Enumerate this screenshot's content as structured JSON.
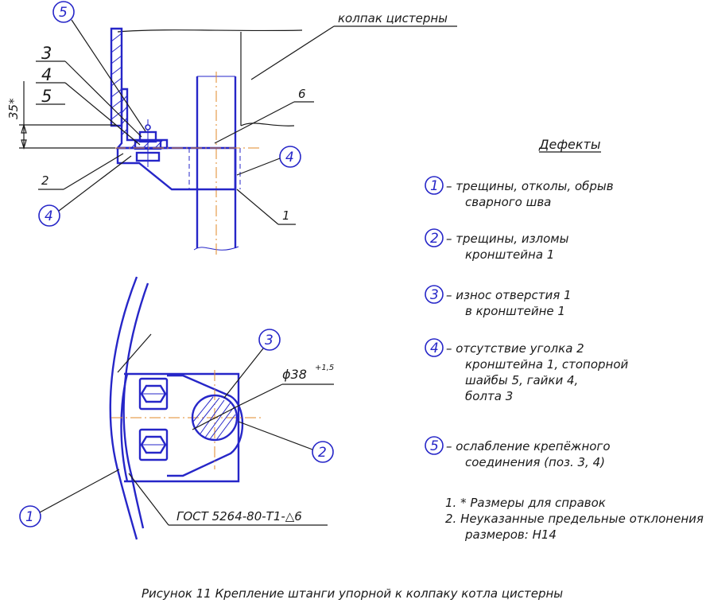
{
  "labels": {
    "kolpak": "колпак цистерны",
    "pos6": "6",
    "pos3": "3",
    "pos4": "4",
    "pos5": "5",
    "pos2": "2",
    "pos1": "1",
    "dim35": "35*",
    "diameter": "ϕ38",
    "diameter_tol": "+1,5",
    "gost": "ГОСТ 5264-80-Т1-△6"
  },
  "callouts": {
    "c1": "1",
    "c2": "2",
    "c3": "3",
    "c4": "4",
    "c5": "5"
  },
  "defects": {
    "title": "Дефекты",
    "items": [
      {
        "num": "1",
        "line1": "– трещины, отколы, обрыв",
        "line2": "сварного шва",
        "line3": "",
        "line4": ""
      },
      {
        "num": "2",
        "line1": "– трещины, изломы",
        "line2": "кронштейна 1",
        "line3": "",
        "line4": ""
      },
      {
        "num": "3",
        "line1": "– износ отверстия  1",
        "line2": "в кронштейне 1",
        "line3": "",
        "line4": ""
      },
      {
        "num": "4",
        "line1": "– отсутствие уголка 2",
        "line2": "кронштейна 1, стопорной",
        "line3": "шайбы 5, гайки 4,",
        "line4": "болта 3"
      },
      {
        "num": "5",
        "line1": "– ослабление крепёжного",
        "line2": "соединения (поз. 3, 4)",
        "line3": "",
        "line4": ""
      }
    ]
  },
  "notes": [
    "1. * Размеры для справок",
    "2. Неуказанные предельные отклонения",
    "размеров: Н14"
  ],
  "caption": "Рисунок 11 Крепление штанги упорной к колпаку котла цистерны"
}
